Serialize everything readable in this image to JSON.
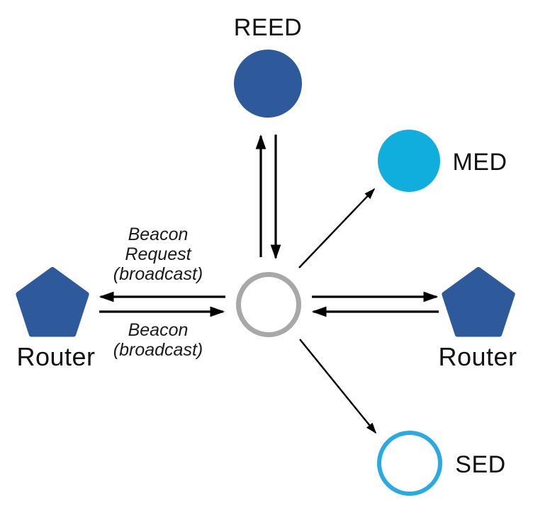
{
  "diagram": {
    "type": "thread-network-attach-topology",
    "labels": {
      "reed": "REED",
      "med": "MED",
      "sed": "SED",
      "router_left": "Router",
      "router_right": "Router"
    },
    "annotations": {
      "beacon_request": {
        "line1": "Beacon",
        "line2": "Request",
        "line3": "(broadcast)"
      },
      "beacon": {
        "line1": "Beacon",
        "line2": "(broadcast)"
      }
    },
    "colors": {
      "node_blue": "#2E5A9C",
      "node_cyan": "#0FAEDC",
      "sed_border_cyan": "#29ABE2",
      "center_border_gray": "#A8A8A8",
      "node_white": "#FFFFFF",
      "arrow_black": "#000000"
    }
  }
}
